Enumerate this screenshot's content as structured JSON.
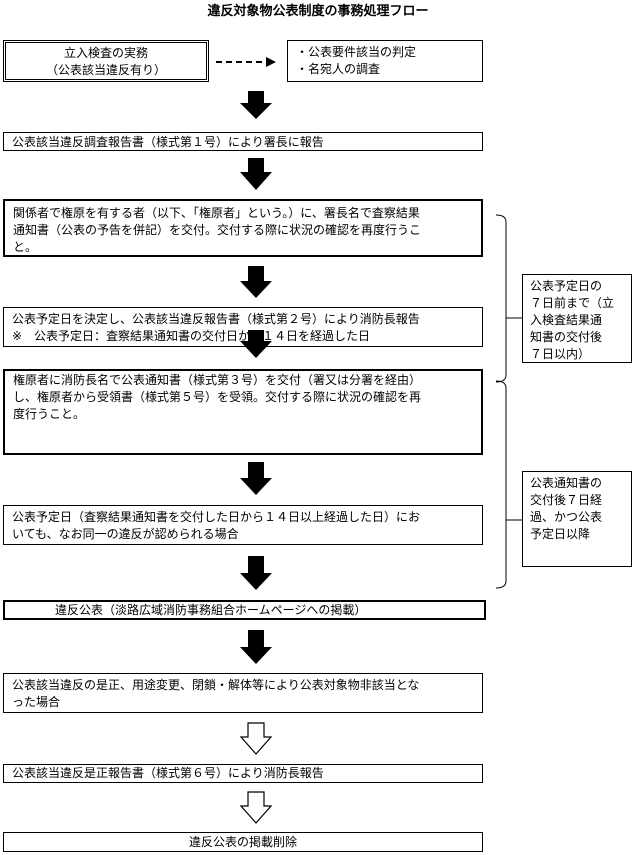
{
  "title": "違反対象物公表制度の事務処理フロー",
  "top_left_box": "立入検査の実務\n（公表該当違反有り）",
  "top_right_box": "・公表要件該当の判定\n・名宛人の調査",
  "steps": [
    "公表該当違反調査報告書（様式第１号）により署長に報告",
    "関係者で権原を有する者（以下、「権原者」という。）に、署長名で査察結果\n通知書（公表の予告を併記）を交付。交付する際に状況の確認を再度行うこ\nと。",
    "公表予定日を決定し、公表該当違反報告書（様式第２号）により消防長報告\n※　公表予定日：査察結果通知書の交付日から１４日を経過した日",
    "権原者に消防長名で公表通知書（様式第３号）を交付（署又は分署を経由）\nし、権原者から受領書（様式第５号）を受領。交付する際に状況の確認を再\n度行うこと。",
    "公表予定日（査察結果通知書を交付した日から１４日以上経過した日）にお\nいても、なお同一の違反が認められる場合",
    "違反公表（淡路広域消防事務組合ホームページへの掲載）",
    "公表該当違反の是正、用途変更、閉鎖・解体等により公表対象物非該当とな\nった場合",
    "公表該当違反是正報告書（様式第６号）により消防長報告",
    "違反公表の掲載削除"
  ],
  "side_notes": [
    "公表予定日の\n７日前まで（立\n入検査結果通\n知書の交付後\n７日以内）",
    "公表通知書の\n交付後７日経\n過、かつ公表\n予定日以降"
  ]
}
